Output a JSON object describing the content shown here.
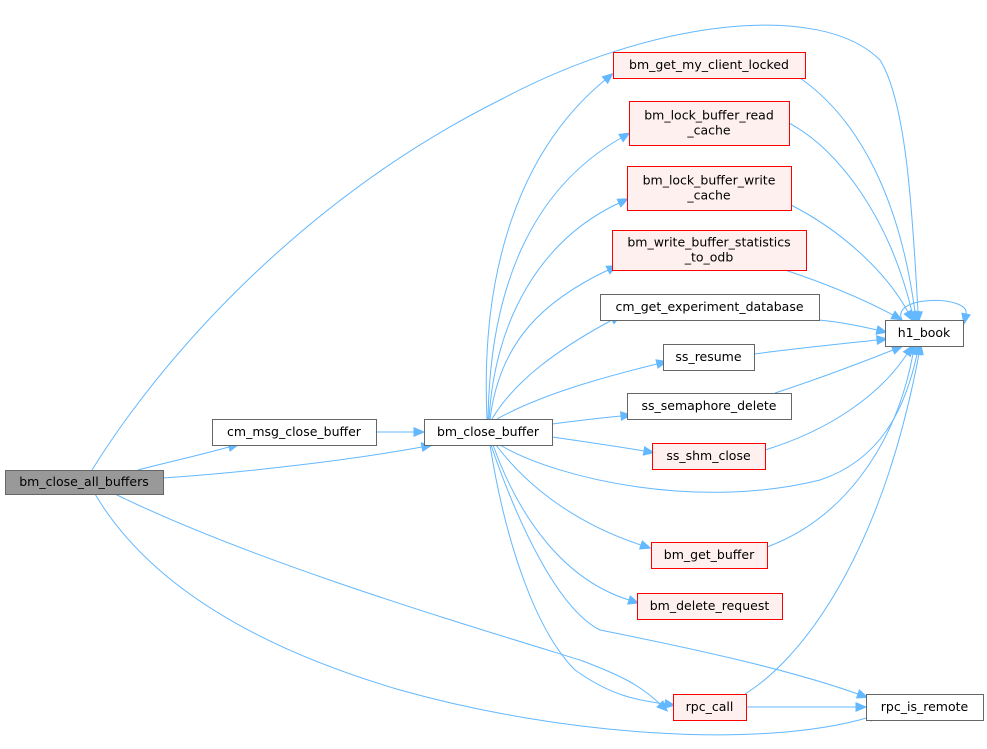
{
  "graph": {
    "nodes": [
      {
        "id": "bm_close_all_buffers",
        "lines": [
          "bm_close_all_buffers"
        ],
        "style": "root"
      },
      {
        "id": "cm_msg_close_buffer",
        "lines": [
          "cm_msg_close_buffer"
        ],
        "style": "plain"
      },
      {
        "id": "bm_close_buffer",
        "lines": [
          "bm_close_buffer"
        ],
        "style": "plain"
      },
      {
        "id": "bm_get_my_client_locked",
        "lines": [
          "bm_get_my_client_locked"
        ],
        "style": "red"
      },
      {
        "id": "bm_lock_buffer_read_cache",
        "lines": [
          "bm_lock_buffer_read",
          "_cache"
        ],
        "style": "red"
      },
      {
        "id": "bm_lock_buffer_write_cache",
        "lines": [
          "bm_lock_buffer_write",
          "_cache"
        ],
        "style": "red"
      },
      {
        "id": "bm_write_buffer_statistics_to_odb",
        "lines": [
          "bm_write_buffer_statistics",
          "_to_odb"
        ],
        "style": "red"
      },
      {
        "id": "cm_get_experiment_database",
        "lines": [
          "cm_get_experiment_database"
        ],
        "style": "plain"
      },
      {
        "id": "ss_resume",
        "lines": [
          "ss_resume"
        ],
        "style": "plain"
      },
      {
        "id": "ss_semaphore_delete",
        "lines": [
          "ss_semaphore_delete"
        ],
        "style": "plain"
      },
      {
        "id": "ss_shm_close",
        "lines": [
          "ss_shm_close"
        ],
        "style": "red"
      },
      {
        "id": "bm_get_buffer",
        "lines": [
          "bm_get_buffer"
        ],
        "style": "red"
      },
      {
        "id": "bm_delete_request",
        "lines": [
          "bm_delete_request"
        ],
        "style": "red"
      },
      {
        "id": "rpc_call",
        "lines": [
          "rpc_call"
        ],
        "style": "red"
      },
      {
        "id": "h1_book",
        "lines": [
          "h1_book"
        ],
        "style": "plain"
      },
      {
        "id": "rpc_is_remote",
        "lines": [
          "rpc_is_remote"
        ],
        "style": "plain"
      }
    ],
    "edges": [
      {
        "from": "bm_close_all_buffers",
        "to": "cm_msg_close_buffer"
      },
      {
        "from": "bm_close_all_buffers",
        "to": "bm_close_buffer"
      },
      {
        "from": "bm_close_all_buffers",
        "to": "h1_book"
      },
      {
        "from": "bm_close_all_buffers",
        "to": "rpc_call"
      },
      {
        "from": "bm_close_all_buffers",
        "to": "rpc_is_remote"
      },
      {
        "from": "cm_msg_close_buffer",
        "to": "bm_close_buffer"
      },
      {
        "from": "bm_close_buffer",
        "to": "bm_get_my_client_locked"
      },
      {
        "from": "bm_close_buffer",
        "to": "bm_lock_buffer_read_cache"
      },
      {
        "from": "bm_close_buffer",
        "to": "bm_lock_buffer_write_cache"
      },
      {
        "from": "bm_close_buffer",
        "to": "bm_write_buffer_statistics_to_odb"
      },
      {
        "from": "bm_close_buffer",
        "to": "cm_get_experiment_database"
      },
      {
        "from": "bm_close_buffer",
        "to": "ss_resume"
      },
      {
        "from": "bm_close_buffer",
        "to": "ss_semaphore_delete"
      },
      {
        "from": "bm_close_buffer",
        "to": "ss_shm_close"
      },
      {
        "from": "bm_close_buffer",
        "to": "h1_book"
      },
      {
        "from": "bm_close_buffer",
        "to": "bm_get_buffer"
      },
      {
        "from": "bm_close_buffer",
        "to": "bm_delete_request"
      },
      {
        "from": "bm_close_buffer",
        "to": "rpc_call"
      },
      {
        "from": "bm_close_buffer",
        "to": "rpc_is_remote"
      },
      {
        "from": "bm_get_my_client_locked",
        "to": "h1_book"
      },
      {
        "from": "bm_lock_buffer_read_cache",
        "to": "h1_book"
      },
      {
        "from": "bm_lock_buffer_write_cache",
        "to": "h1_book"
      },
      {
        "from": "bm_write_buffer_statistics_to_odb",
        "to": "h1_book"
      },
      {
        "from": "cm_get_experiment_database",
        "to": "h1_book"
      },
      {
        "from": "ss_resume",
        "to": "h1_book"
      },
      {
        "from": "ss_semaphore_delete",
        "to": "h1_book"
      },
      {
        "from": "ss_shm_close",
        "to": "h1_book"
      },
      {
        "from": "bm_get_buffer",
        "to": "h1_book"
      },
      {
        "from": "h1_book",
        "to": "h1_book"
      },
      {
        "from": "rpc_call",
        "to": "h1_book"
      },
      {
        "from": "rpc_call",
        "to": "rpc_is_remote"
      }
    ]
  },
  "colors": {
    "edge": "#63b8ff",
    "root_fill": "#999999",
    "root_border": "#666666",
    "plain_fill": "#ffffff",
    "plain_border": "#666666",
    "highlight_fill": "#fff0f0",
    "highlight_border": "#ff0000"
  }
}
